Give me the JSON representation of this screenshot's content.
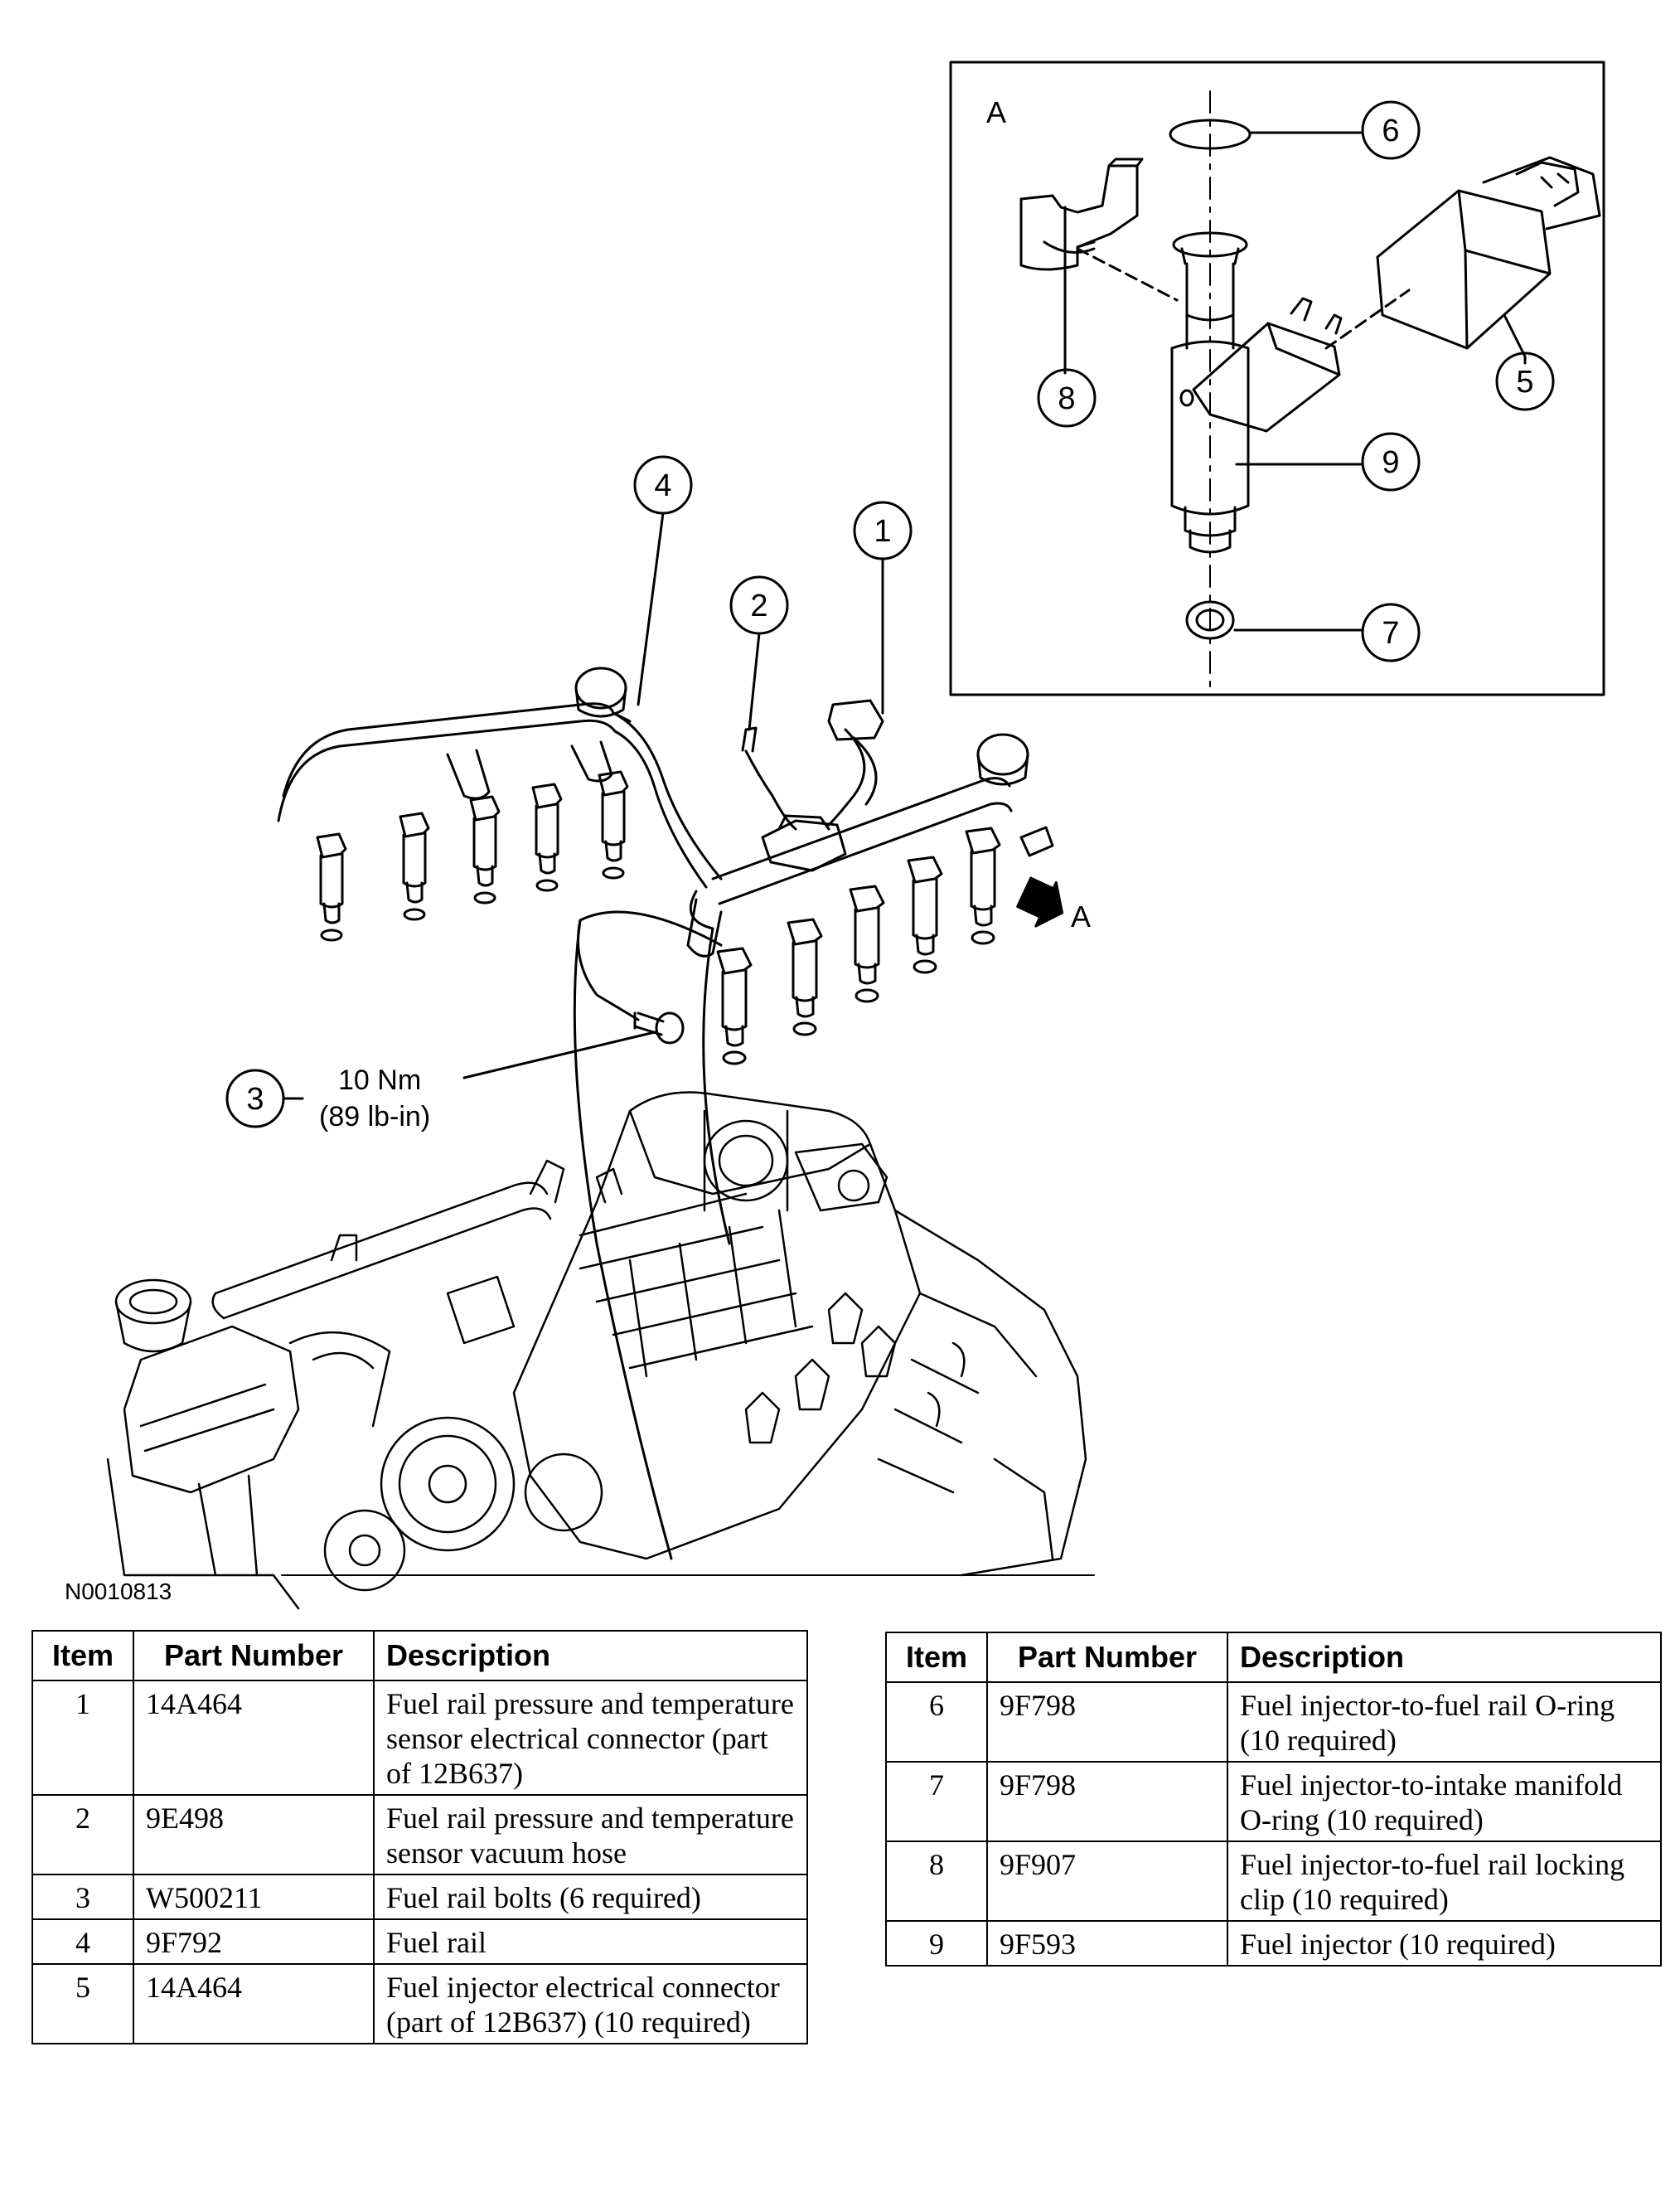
{
  "figure": {
    "id": "N0010813",
    "view_label": "A",
    "arrow_label": "A",
    "torque": {
      "nm": "10 Nm",
      "lbin": "(89 lb-in)"
    },
    "callouts": [
      "1",
      "2",
      "3",
      "4",
      "5",
      "6",
      "7",
      "8",
      "9"
    ]
  },
  "table_headers": {
    "item": "Item",
    "part_number": "Part Number",
    "description": "Description"
  },
  "table_left": [
    {
      "item": "1",
      "part": "14A464",
      "desc": "Fuel rail pressure and temperature sensor electrical connector (part of 12B637)"
    },
    {
      "item": "2",
      "part": "9E498",
      "desc": "Fuel rail pressure and temperature sensor vacuum hose"
    },
    {
      "item": "3",
      "part": "W500211",
      "desc": "Fuel rail bolts (6 required)"
    },
    {
      "item": "4",
      "part": "9F792",
      "desc": "Fuel rail"
    },
    {
      "item": "5",
      "part": "14A464",
      "desc": "Fuel injector electrical connector (part of 12B637) (10 required)"
    }
  ],
  "table_right": [
    {
      "item": "6",
      "part": "9F798",
      "desc": "Fuel injector-to-fuel rail O-ring (10 required)"
    },
    {
      "item": "7",
      "part": "9F798",
      "desc": "Fuel injector-to-intake manifold O-ring (10 required)"
    },
    {
      "item": "8",
      "part": "9F907",
      "desc": "Fuel injector-to-fuel rail locking clip (10 required)"
    },
    {
      "item": "9",
      "part": "9F593",
      "desc": "Fuel injector (10 required)"
    }
  ]
}
